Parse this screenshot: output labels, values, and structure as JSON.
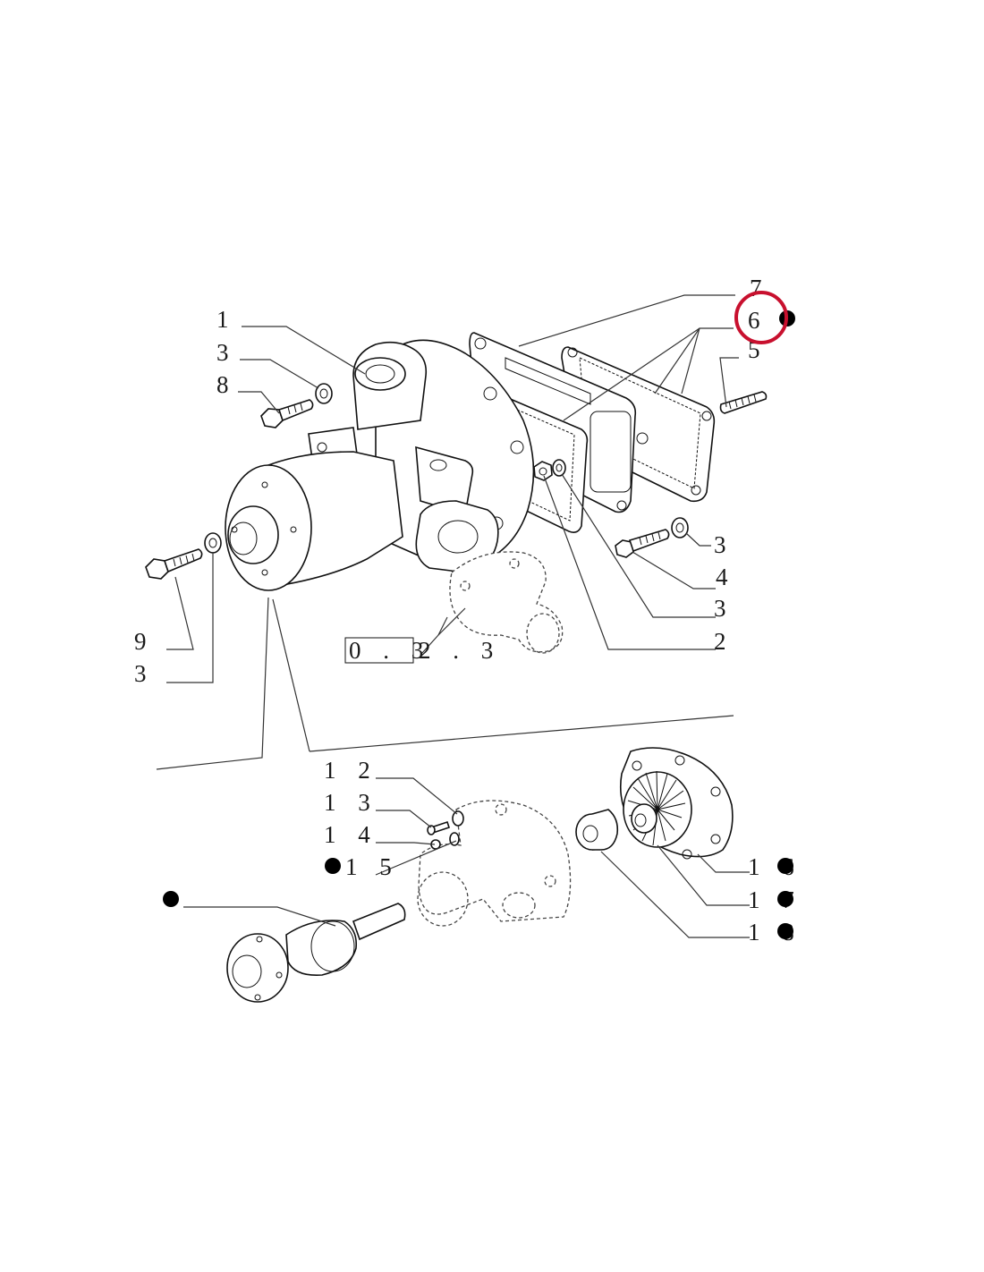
{
  "callouts": {
    "c1": "1",
    "c3a": "3",
    "c8": "8",
    "c7": "7",
    "c6": "6",
    "c5": "5",
    "c3b": "3",
    "c4": "4",
    "c3c": "3",
    "c2": "2",
    "c9": "9",
    "c3d": "3",
    "c12": "1 2",
    "c13": "1 3",
    "c14": "1 4",
    "c15": "1 5",
    "c16": "1 6",
    "c17": "1 7",
    "c18": "1 8"
  },
  "reference": {
    "boxed": "0 . 3",
    "rest": "2 . 3"
  },
  "colors": {
    "line": "#111111",
    "highlight": "#c8102e",
    "background": "#ffffff"
  },
  "highlighted_callout": "6"
}
